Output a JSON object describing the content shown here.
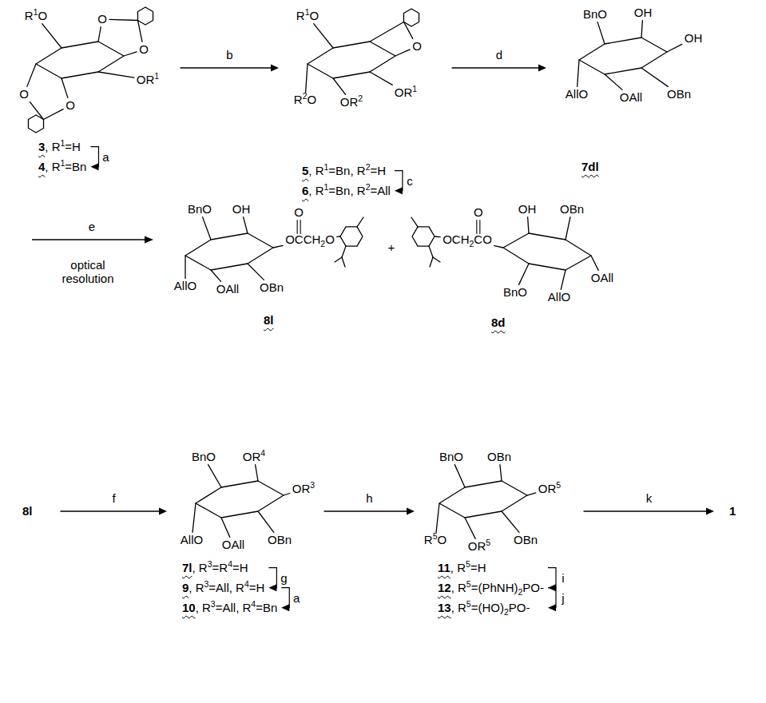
{
  "diagram": {
    "nodes": [
      {
        "text": [
          "3, R1=H",
          "4, R1=Bn"
        ]
      },
      {
        "text": [
          "5, R1=Bn, R2=H",
          "6, R1=Bn, R2=All"
        ]
      },
      {
        "text": [
          "7dl"
        ]
      },
      {
        "text": [
          "8l"
        ]
      },
      {
        "text": [
          "8d"
        ]
      },
      {
        "text": [
          "8l"
        ]
      },
      {
        "text": [
          "7l, R3=R4=H",
          "9, R3=All, R4=H",
          "10, R3=All, R4=Bn"
        ]
      },
      {
        "text": [
          "11, R5=H",
          "12, R5=(PhNH)2PO-",
          "13, R5=(HO)2PO-"
        ]
      },
      {
        "text": [
          "1"
        ]
      }
    ],
    "edges": [
      {
        "from": 0,
        "to": 1,
        "label": "b",
        "arrow": "to"
      },
      {
        "from": 1,
        "to": 2,
        "label": "d",
        "arrow": "to"
      },
      {
        "from": 5,
        "to": 6,
        "label": "f",
        "arrow": "to"
      },
      {
        "from": 6,
        "to": 7,
        "label": "h",
        "arrow": "to"
      },
      {
        "from": 7,
        "to": 8,
        "label": "k",
        "arrow": "to"
      }
    ],
    "labels": [
      "R1O",
      "O",
      "O",
      "O",
      "O",
      "OR1",
      "a",
      "R1O",
      "O",
      "OR2",
      "R2O",
      "OR1",
      "c",
      "BnO",
      "OH",
      "OH",
      "OAll",
      "AllO",
      "OBn",
      "e",
      "optical resolution",
      "BnO",
      "OH",
      "O",
      "OCCH2O",
      "OAll",
      "AllO",
      "OBn",
      "+",
      "O",
      "OCH2CO",
      "OH",
      "OBn",
      "AllO",
      "OAll",
      "BnO",
      "BnO",
      "OR4",
      "OR3",
      "OAll",
      "AllO",
      "OBn",
      "g",
      "a",
      "BnO",
      "OBn",
      "OR5",
      "OR5",
      "R5O",
      "OBn",
      "i",
      "j"
    ]
  }
}
